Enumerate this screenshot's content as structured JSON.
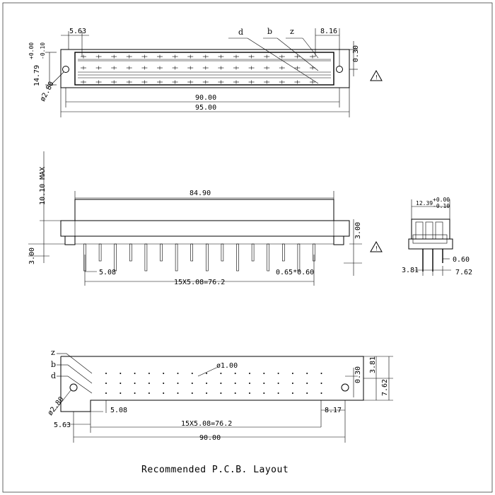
{
  "top_view": {
    "dim_left_offset": "5.63",
    "dim_right_offset": "8.16",
    "row_labels": [
      "d",
      "b",
      "z"
    ],
    "dim_height": "14.79",
    "dim_height_tol_upper": "+0.00",
    "dim_height_tol_lower": "-0.10",
    "dim_right_gap": "0.30",
    "dim_hole_diameter": "ø2.80",
    "dim_hole_span": "90.00",
    "dim_overall_width": "95.00",
    "warning_symbol": "warning-triangle-icon"
  },
  "side_view": {
    "dim_body_length": "84.90",
    "dim_max_height": "10.10 MAX",
    "dim_pin_pitch": "5.08",
    "dim_pin_size": "0.65*0.60",
    "dim_pin_row_total": "15X5.08=76.2",
    "dim_left_standoff": "3.00",
    "dim_right_standoff": "3.00",
    "warning_symbol": "warning-triangle-icon"
  },
  "end_view": {
    "dim_depth": "12.39",
    "dim_depth_tol_upper": "+0.00",
    "dim_depth_tol_lower": "-0.10",
    "dim_pin_width": "0.60",
    "dim_left": "3.81",
    "dim_right": "7.62"
  },
  "pcb_layout": {
    "row_labels": [
      "z",
      "b",
      "d"
    ],
    "dim_hole": "ø1.00",
    "dim_mount_hole": "ø2.80",
    "dim_right_gap": "0.30",
    "dim_row_pitch": "3.81",
    "dim_row_span": "7.62",
    "dim_left_pitch": "5.08",
    "dim_right_offset": "8.17",
    "dim_left_offset": "5.63",
    "dim_pin_row_total": "15X5.08=76.2",
    "dim_overall": "90.00",
    "caption": "Recommended P.C.B. Layout"
  }
}
